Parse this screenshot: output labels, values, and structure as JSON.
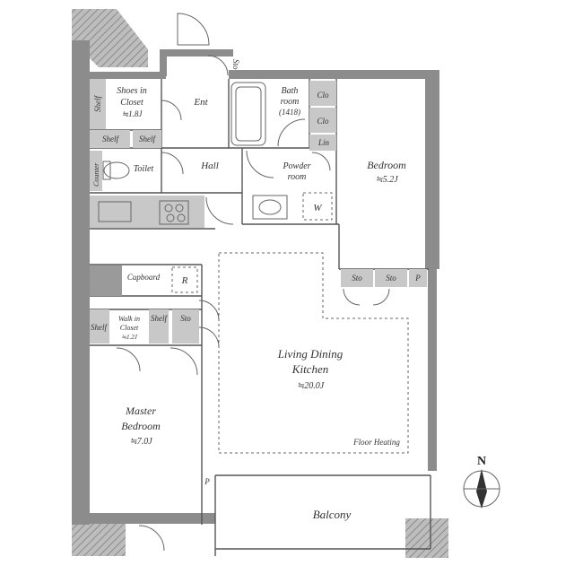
{
  "rooms": {
    "shoes_closet": {
      "line1": "Shoes in",
      "line2": "Closet",
      "size": "≒1.8J"
    },
    "entrance": {
      "label": "Ent"
    },
    "storage_top": {
      "label": "Sto"
    },
    "bathroom": {
      "line1": "Bath",
      "line2": "room",
      "code": "(1418)"
    },
    "closet_1": {
      "label": "Clo"
    },
    "closet_2": {
      "label": "Clo"
    },
    "linen": {
      "label": "Lin"
    },
    "bedroom": {
      "label": "Bedroom",
      "size": "≒5.2J"
    },
    "shelf_shoes": {
      "label": "Shelf"
    },
    "shelf_left": {
      "label": "Shelf"
    },
    "shelf_right": {
      "label": "Shelf"
    },
    "counter": {
      "label": "Counter"
    },
    "toilet": {
      "label": "Toilet"
    },
    "hall": {
      "label": "Hall"
    },
    "powder_room": {
      "line1": "Powder",
      "line2": "room"
    },
    "washer": {
      "label": "W"
    },
    "cupboard": {
      "label": "Cupboard"
    },
    "refrigerator": {
      "label": "R"
    },
    "storage_b1": {
      "label": "Sto"
    },
    "storage_b2": {
      "label": "Sto"
    },
    "pipe_b": {
      "label": "P"
    },
    "shelf_wic_left": {
      "label": "Shelf"
    },
    "wic": {
      "line1": "Walk in",
      "line2": "Closet",
      "size": "≒1.2J"
    },
    "shelf_wic_right": {
      "label": "Shelf"
    },
    "storage_wic": {
      "label": "Sto"
    },
    "ldk": {
      "line1": "Living Dining",
      "line2": "Kitchen",
      "size": "≒20.0J"
    },
    "floor_heating": {
      "label": "Floor Heating"
    },
    "master_bedroom": {
      "line1": "Master",
      "line2": "Bedroom",
      "size": "≒7.0J"
    },
    "pipe_m": {
      "label": "P"
    },
    "balcony": {
      "label": "Balcony"
    }
  },
  "compass": {
    "label": "N"
  }
}
